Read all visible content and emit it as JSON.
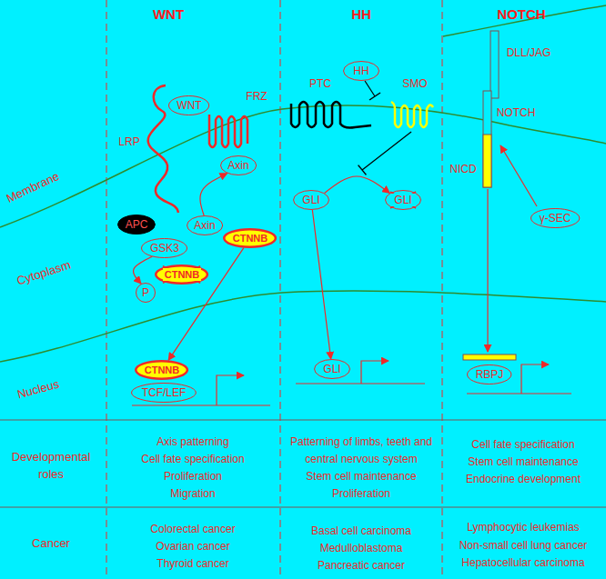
{
  "diagram": {
    "nodes": [
      {
        "text": [
          "WNT"
        ]
      },
      {
        "text": [
          "Axin"
        ]
      },
      {
        "text": [
          "APC"
        ]
      },
      {
        "text": [
          "Axin"
        ]
      },
      {
        "text": [
          "GSK3"
        ]
      },
      {
        "text": [
          "CTNNB"
        ]
      },
      {
        "text": [
          "P"
        ]
      },
      {
        "text": [
          "CTNNB"
        ]
      },
      {
        "text": [
          "CTNNB"
        ]
      },
      {
        "text": [
          "TCF/LEF"
        ]
      },
      {
        "text": [
          "HH"
        ]
      },
      {
        "text": [
          "GLI"
        ]
      },
      {
        "text": [
          "GLI"
        ]
      },
      {
        "text": [
          "GLI"
        ]
      },
      {
        "text": [
          "γ-SEC"
        ]
      },
      {
        "text": [
          "RBPJ"
        ]
      }
    ],
    "edges": [
      {
        "from": 3,
        "to": 1,
        "arrow": "to"
      },
      {
        "from": 4,
        "to": 6,
        "arrow": "to"
      },
      {
        "from": 7,
        "to": 8,
        "arrow": "to"
      },
      {
        "from": 11,
        "to": 12,
        "arrow": "to"
      },
      {
        "from": 11,
        "to": 13,
        "arrow": "to"
      }
    ],
    "labels": [
      "WNT",
      "HH",
      "NOTCH",
      "FRZ",
      "LRP",
      "PTC",
      "SMO",
      "DLL/JAG",
      "NOTCH",
      "NICD",
      "Membrane",
      "Cytoplasm",
      "Nucleus",
      "Developmental roles",
      "Cancer",
      "Axis patterning",
      "Cell fate specification",
      "Proliferation",
      "Migration",
      "Patterning of limbs, teeth and central nervous system",
      "Stem cell maintenance",
      "Proliferation",
      "Cell fate specification",
      "Stem cell maintenance",
      "Endocrine development",
      "Colorectal cancer",
      "Ovarian cancer",
      "Thyroid cancer",
      "Basal cell carcinoma",
      "Medulloblastoma",
      "Pancreatic cancer",
      "Lymphocytic leukemias",
      "Non-small cell lung cancer",
      "Hepatocellular carcinoma"
    ]
  }
}
